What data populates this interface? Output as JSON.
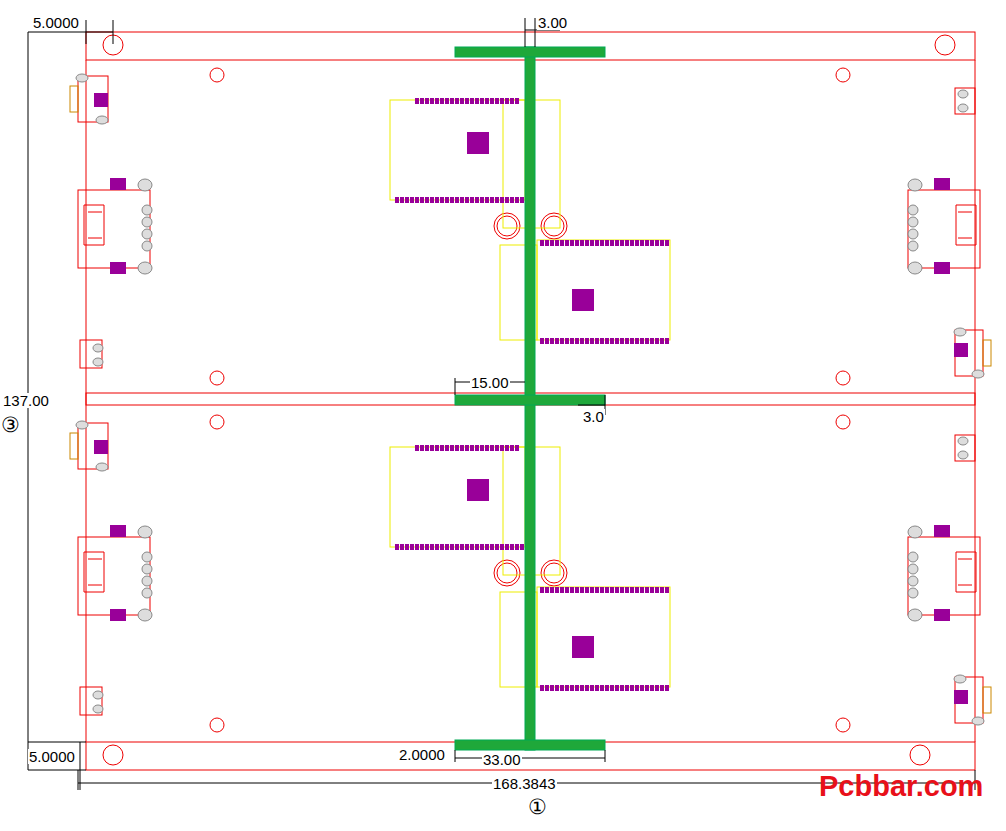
{
  "diagram": {
    "labels": [
      "5.0000",
      "3.00",
      "15.00",
      "3.0",
      "137.00",
      "③",
      "5.0000",
      "2.0000",
      "33.00",
      "168.3843",
      "①",
      "Pcbbar.com"
    ]
  }
}
